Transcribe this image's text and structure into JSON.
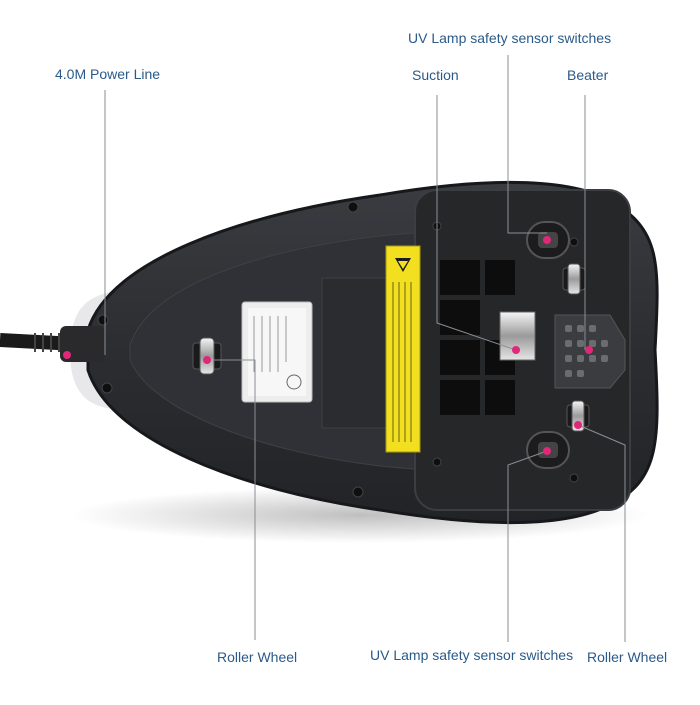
{
  "callouts": {
    "power_line": "4.0M Power Line",
    "uv_top": "UV Lamp safety sensor switches",
    "suction": "Suction",
    "beater": "Beater",
    "roller_left": "Roller Wheel",
    "uv_bottom": "UV Lamp safety sensor switches",
    "roller_right": "Roller Wheel"
  },
  "colors": {
    "body": "#2b2d31",
    "body_edge": "#17181b",
    "label_text": "#2a5a8a",
    "marker": "#e0287a",
    "warning": "#f2df1f"
  }
}
